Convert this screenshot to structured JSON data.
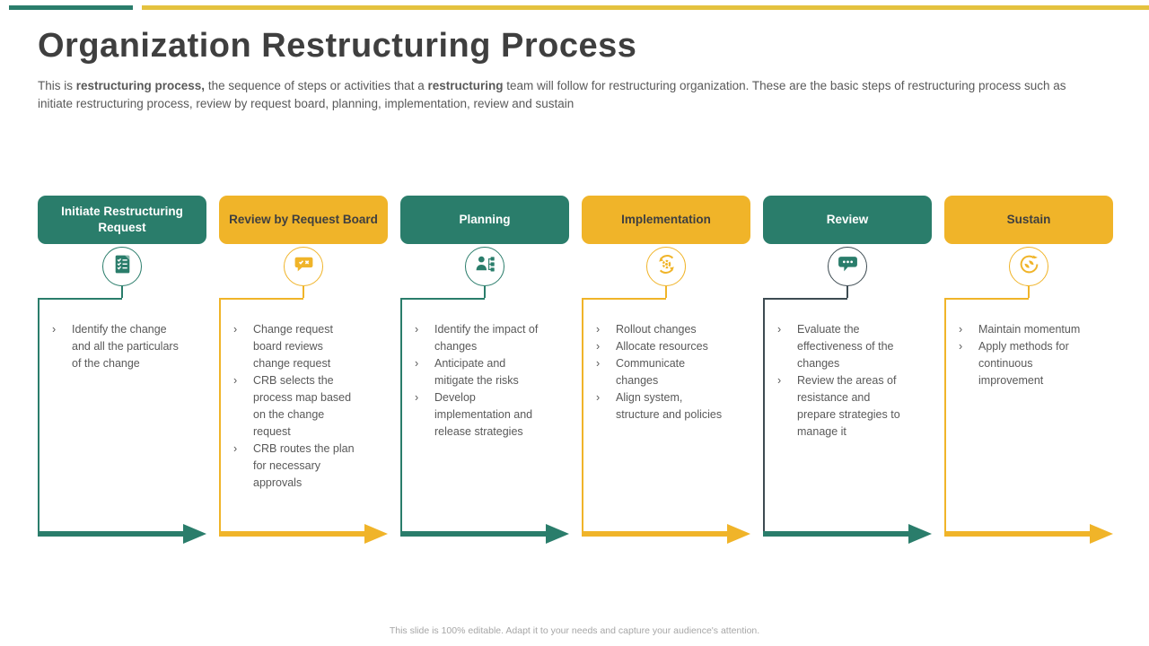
{
  "slide": {
    "title": "Organization Restructuring Process",
    "subtitle_parts": [
      {
        "text": "This is ",
        "bold": false
      },
      {
        "text": "restructuring process,",
        "bold": true
      },
      {
        "text": " the sequence of steps or activities that a ",
        "bold": false
      },
      {
        "text": "restructuring",
        "bold": true
      },
      {
        "text": " team will follow for restructuring organization. These are the basic steps of restructuring process such as initiate restructuring process, review by request board, planning, implementation, review and sustain",
        "bold": false
      }
    ],
    "footer": "This slide is 100% editable. Adapt it to your needs and capture your audience's attention."
  },
  "colors": {
    "green": "#2a7d6b",
    "yellow": "#f0b429",
    "top_bar_teal": "#2a7d6b",
    "top_bar_yellow": "#e4c23e",
    "heading_text": "#3f3f3f",
    "body_text": "#595959",
    "footer_text": "#a6a6a6",
    "header_text_on_green": "#ffffff",
    "header_text_on_yellow": "#3f3f3f",
    "slate_line": "#3d4b52"
  },
  "columns": [
    {
      "title": "Initiate Restructuring Request",
      "accent": "green",
      "icon": "checklist-icon",
      "bullets": [
        "Identify the change and all the particulars of the change"
      ]
    },
    {
      "title": "Review by Request Board",
      "accent": "yellow",
      "icon": "approve-reject-chat-icon",
      "bullets": [
        "Change request board reviews change request",
        "CRB selects the process map based on the change request",
        "CRB routes the plan for necessary approvals"
      ]
    },
    {
      "title": "Planning",
      "accent": "green",
      "icon": "person-orgchart-icon",
      "bullets": [
        "Identify the impact of changes",
        "Anticipate and mitigate the risks",
        "Develop implementation and release strategies"
      ]
    },
    {
      "title": "Implementation",
      "accent": "yellow",
      "icon": "gear-sync-icon",
      "bullets": [
        "Rollout changes",
        "Allocate resources",
        "Communicate changes",
        "Align system, structure and policies"
      ]
    },
    {
      "title": "Review",
      "accent": "green",
      "line_override": "slate_line",
      "icon": "chat-dots-icon",
      "bullets": [
        "Evaluate the effectiveness of the changes",
        "Review the areas of resistance and prepare strategies to manage it"
      ]
    },
    {
      "title": "Sustain",
      "accent": "yellow",
      "icon": "eco-cycle-icon",
      "bullets": [
        "Maintain momentum",
        "Apply methods for continuous improvement"
      ]
    }
  ]
}
